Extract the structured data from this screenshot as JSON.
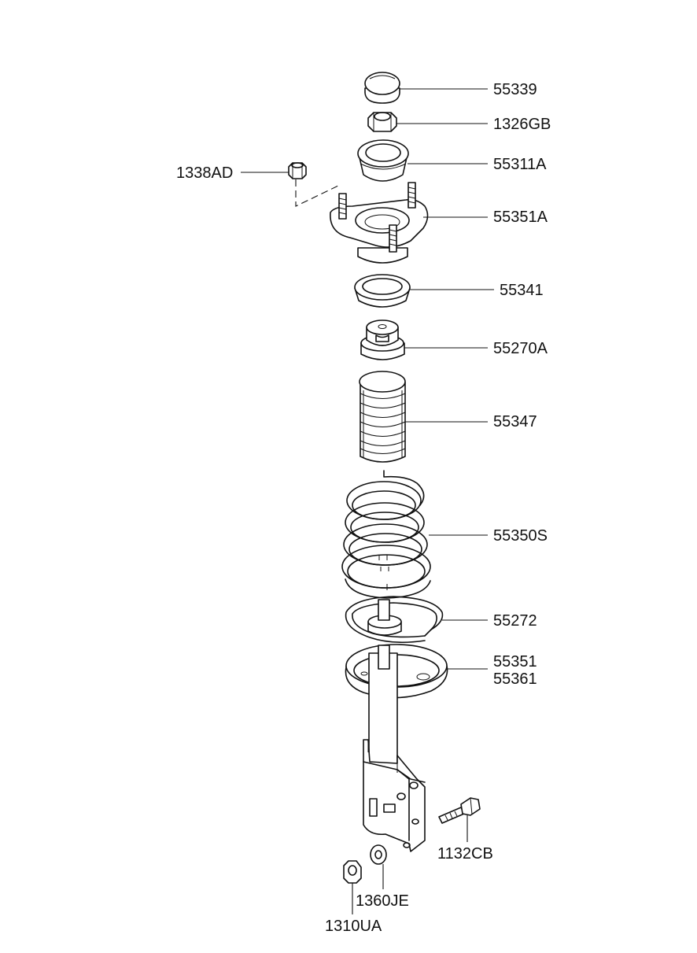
{
  "parts": [
    {
      "id": "p55339",
      "number": "55339"
    },
    {
      "id": "p1326gb",
      "number": "1326GB"
    },
    {
      "id": "p55311a",
      "number": "55311A"
    },
    {
      "id": "p1338ad",
      "number": "1338AD"
    },
    {
      "id": "p55351a",
      "number": "55351A"
    },
    {
      "id": "p55341",
      "number": "55341"
    },
    {
      "id": "p55270a",
      "number": "55270A"
    },
    {
      "id": "p55347",
      "number": "55347"
    },
    {
      "id": "p55350s",
      "number": "55350S"
    },
    {
      "id": "p55272",
      "number": "55272"
    },
    {
      "id": "p55351",
      "number": "55351"
    },
    {
      "id": "p55361",
      "number": "55361"
    },
    {
      "id": "p1132cb",
      "number": "1132CB"
    },
    {
      "id": "p1360je",
      "number": "1360JE"
    },
    {
      "id": "p1310ua",
      "number": "1310UA"
    }
  ]
}
